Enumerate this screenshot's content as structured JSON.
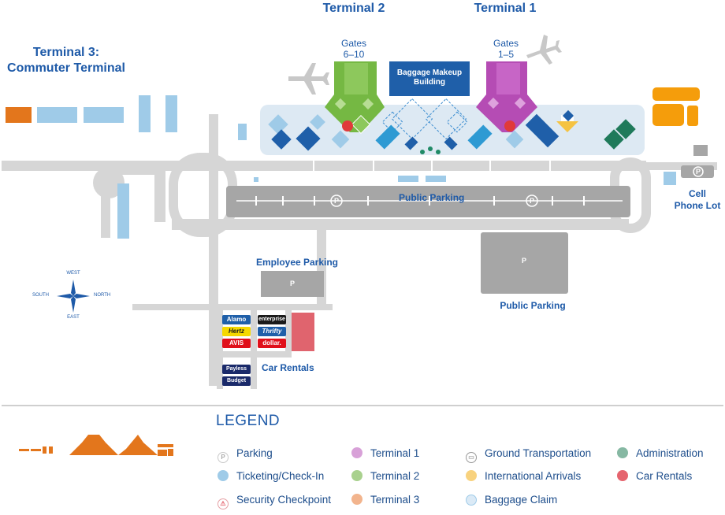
{
  "terminals": {
    "t1": {
      "title": "Terminal 1",
      "gates_label": "Gates",
      "gates_range": "1–5",
      "color": "#b54cb4"
    },
    "t2": {
      "title": "Terminal 2",
      "gates_label": "Gates",
      "gates_range": "6–10",
      "color": "#75b843"
    },
    "t3": {
      "title_line1": "Terminal 3:",
      "title_line2": "Commuter Terminal",
      "color": "#e3761c"
    }
  },
  "buildings": {
    "baggage_makeup_line1": "Baggage Makeup",
    "baggage_makeup_line2": "Building"
  },
  "parking": {
    "public_parking_main": "Public Parking",
    "public_parking_lot": "Public Parking",
    "employee_parking": "Employee Parking",
    "cell_phone_lot_line1": "Cell",
    "cell_phone_lot_line2": "Phone Lot",
    "parking_symbol": "P"
  },
  "car_rentals": {
    "title": "Car Rentals",
    "companies": [
      "Alamo",
      "Hertz",
      "AVIS",
      "enterprise",
      "Thrifty",
      "dollar.",
      "Payless",
      "Budget"
    ]
  },
  "compass": {
    "west": "WEST",
    "east": "EAST",
    "south": "SOUTH",
    "north": "NORTH"
  },
  "legend": {
    "title": "LEGEND",
    "items": [
      {
        "label": "Parking",
        "icon": "parking-icon"
      },
      {
        "label": "Ticketing/Check-In",
        "color": "#9fcbe8"
      },
      {
        "label": "Security Checkpoint",
        "icon": "security-checkpoint-icon"
      },
      {
        "label": "Terminal 1",
        "color": "#d8a1d8"
      },
      {
        "label": "Terminal 2",
        "color": "#a9d18e"
      },
      {
        "label": "Terminal 3",
        "color": "#f2b48d"
      },
      {
        "label": "Ground Transportation",
        "icon": "bus-icon"
      },
      {
        "label": "International Arrivals",
        "color": "#f8d27e"
      },
      {
        "label": "Baggage Claim",
        "icon": "baggage-icon"
      },
      {
        "label": "Administration",
        "color": "#86b8a3"
      },
      {
        "label": "Car Rentals",
        "color": "#e5646e"
      }
    ]
  },
  "colors": {
    "road": "#d6d6d6",
    "apron": "#dde9f3",
    "ticketing": "#9fcbe8",
    "baggage_claim": "#1f5fa9",
    "parking_lot": "#a6a6a6",
    "administration": "#1f7a5a",
    "international_arrivals": "#f5c342",
    "car_rentals": "#e0646e",
    "ground_transportation": "#f59d0b",
    "text_blue": "#1e5aa8"
  }
}
